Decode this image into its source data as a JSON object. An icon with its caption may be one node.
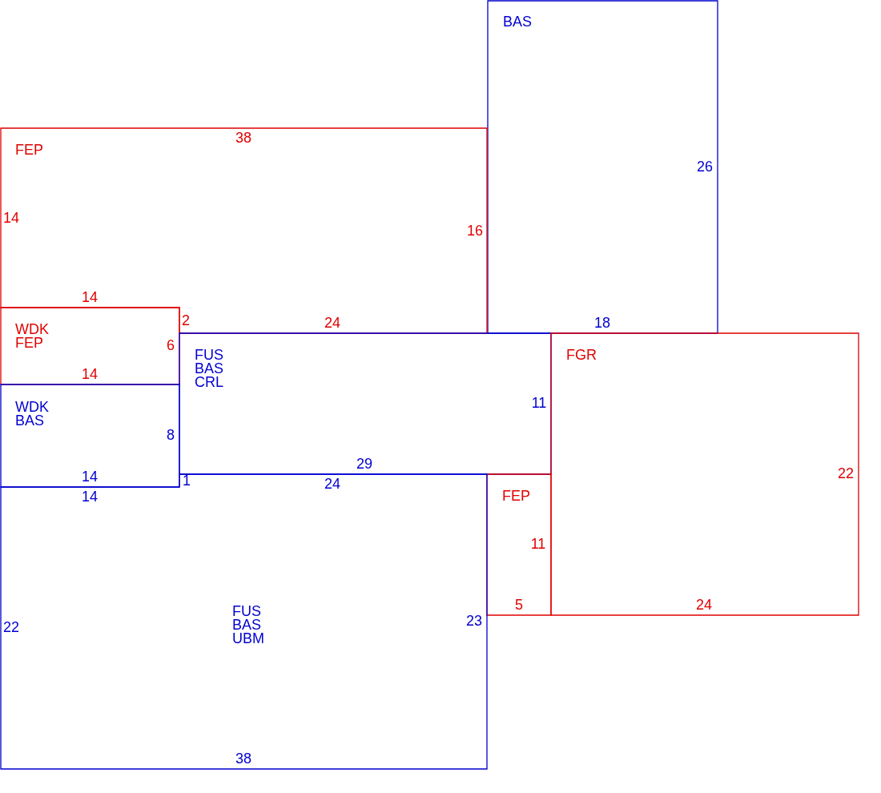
{
  "diagram": {
    "nodes": [
      {
        "text": [
          "BAS"
        ]
      },
      {
        "text": [
          "FEP"
        ]
      },
      {
        "text": [
          "WDK",
          "FEP"
        ]
      },
      {
        "text": [
          "WDK",
          "BAS"
        ]
      },
      {
        "text": [
          "FUS",
          "BAS",
          "CRL"
        ]
      },
      {
        "text": [
          "FGR"
        ]
      },
      {
        "text": [
          "FEP"
        ]
      },
      {
        "text": [
          "FUS",
          "BAS",
          "UBM"
        ]
      }
    ],
    "edges": [],
    "labels": [
      "38",
      "26",
      "14",
      "16",
      "14",
      "2",
      "24",
      "18",
      "6",
      "14",
      "11",
      "8",
      "29",
      "14",
      "1",
      "24",
      "22",
      "14",
      "11",
      "5",
      "24",
      "23",
      "22",
      "38"
    ]
  }
}
